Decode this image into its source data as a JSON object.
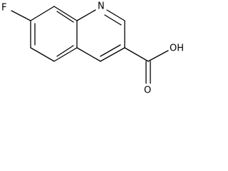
{
  "molecule": {
    "atoms": {
      "fluorine": "F",
      "nitrogen": "N",
      "hydroxyl": "OH",
      "carbonyl_oxygen": "O"
    }
  }
}
